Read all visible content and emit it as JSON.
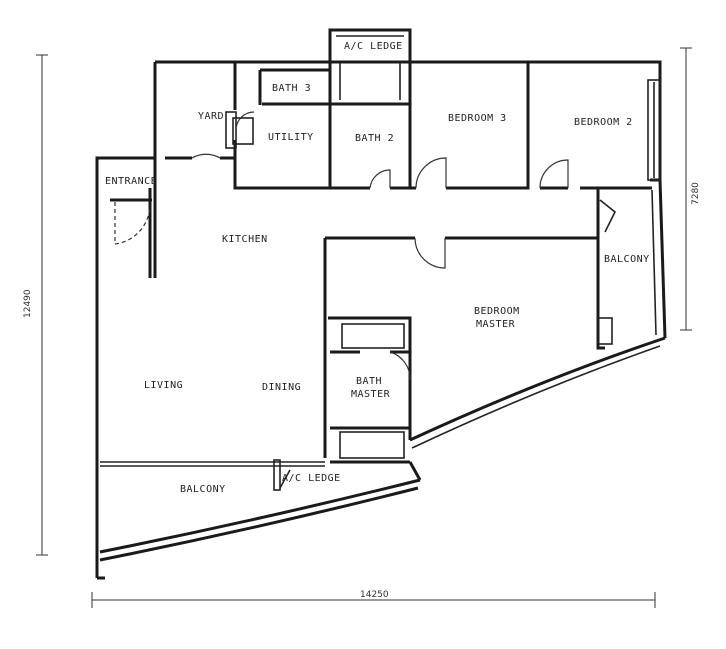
{
  "rooms": {
    "ac_ledge_top": "A/C LEDGE",
    "bath3": "BATH 3",
    "yard": "YARD",
    "utility": "UTILITY",
    "bath2": "BATH 2",
    "bedroom3": "BEDROOM 3",
    "bedroom2": "BEDROOM 2",
    "entrance": "ENTRANCE",
    "kitchen": "KITCHEN",
    "balcony_right": "BALCONY",
    "bedroom_master_l1": "BEDROOM",
    "bedroom_master_l2": "MASTER",
    "living": "LIVING",
    "dining": "DINING",
    "bath_master_l1": "BATH",
    "bath_master_l2": "MASTER",
    "balcony_bottom": "BALCONY",
    "ac_ledge_bottom": "A/C LEDGE"
  },
  "dimensions": {
    "overall_height": "12490",
    "overall_width": "14250",
    "right_height": "7280"
  }
}
